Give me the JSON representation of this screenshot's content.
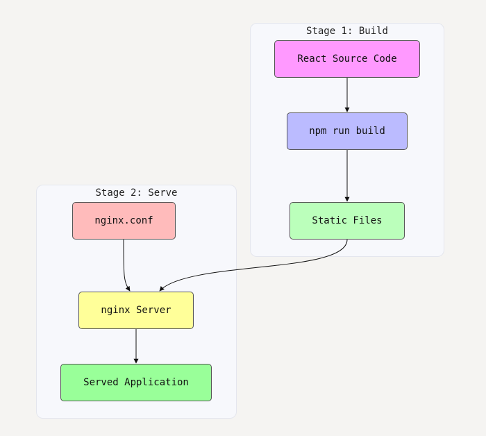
{
  "clusters": {
    "build": {
      "title": "Stage 1: Build"
    },
    "serve": {
      "title": "Stage 2: Serve"
    }
  },
  "nodes": {
    "react_source": {
      "label": "React Source Code",
      "color": "#ff99ff"
    },
    "npm_build": {
      "label": "npm run build",
      "color": "#bbbbff"
    },
    "static_files": {
      "label": "Static Files",
      "color": "#bbffbb"
    },
    "nginx_conf": {
      "label": "nginx.conf",
      "color": "#ffbbbb"
    },
    "nginx_server": {
      "label": "nginx Server",
      "color": "#ffff99"
    },
    "served_app": {
      "label": "Served Application",
      "color": "#99ff99"
    }
  },
  "edges": [
    {
      "from": "React Source Code",
      "to": "npm run build"
    },
    {
      "from": "npm run build",
      "to": "Static Files"
    },
    {
      "from": "Static Files",
      "to": "nginx Server"
    },
    {
      "from": "nginx.conf",
      "to": "nginx Server"
    },
    {
      "from": "nginx Server",
      "to": "Served Application"
    }
  ]
}
